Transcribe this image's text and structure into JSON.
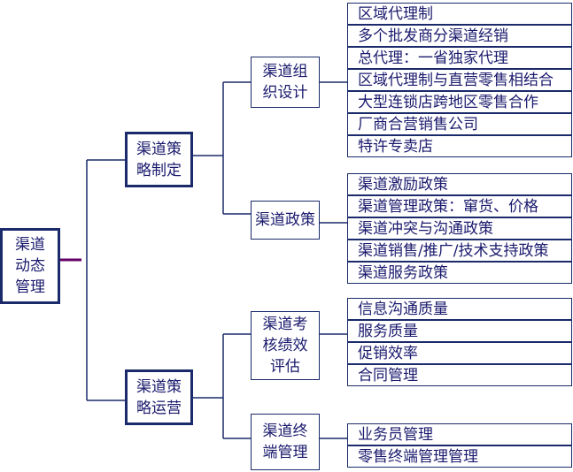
{
  "root": "渠道\n动态\n管理",
  "level1": [
    "渠道策\n略制定",
    "渠道策\n略运营"
  ],
  "level2": [
    "渠道组\n织设计",
    "渠道政策",
    "渠道考\n核绩效\n评估",
    "渠道终\n端管理"
  ],
  "groups": [
    [
      "区域代理制",
      "多个批发商分渠道经销",
      "总代理：一省独家代理",
      "区域代理制与直营零售相结合",
      "大型连锁店跨地区零售合作",
      "厂商合营销售公司",
      "特许专卖店"
    ],
    [
      "渠道激励政策",
      "渠道管理政策：窜货、价格",
      "渠道冲突与沟通政策",
      "渠道销售/推广/技术支持政策",
      "渠道服务政策"
    ],
    [
      "信息沟通质量",
      "服务质量",
      "促销效率",
      "合同管理"
    ],
    [
      "业务员管理",
      "零售终端管理管理"
    ]
  ],
  "colors": {
    "border": "#1a2a6a",
    "text": "#1a1a6e",
    "accent": "#660066"
  }
}
